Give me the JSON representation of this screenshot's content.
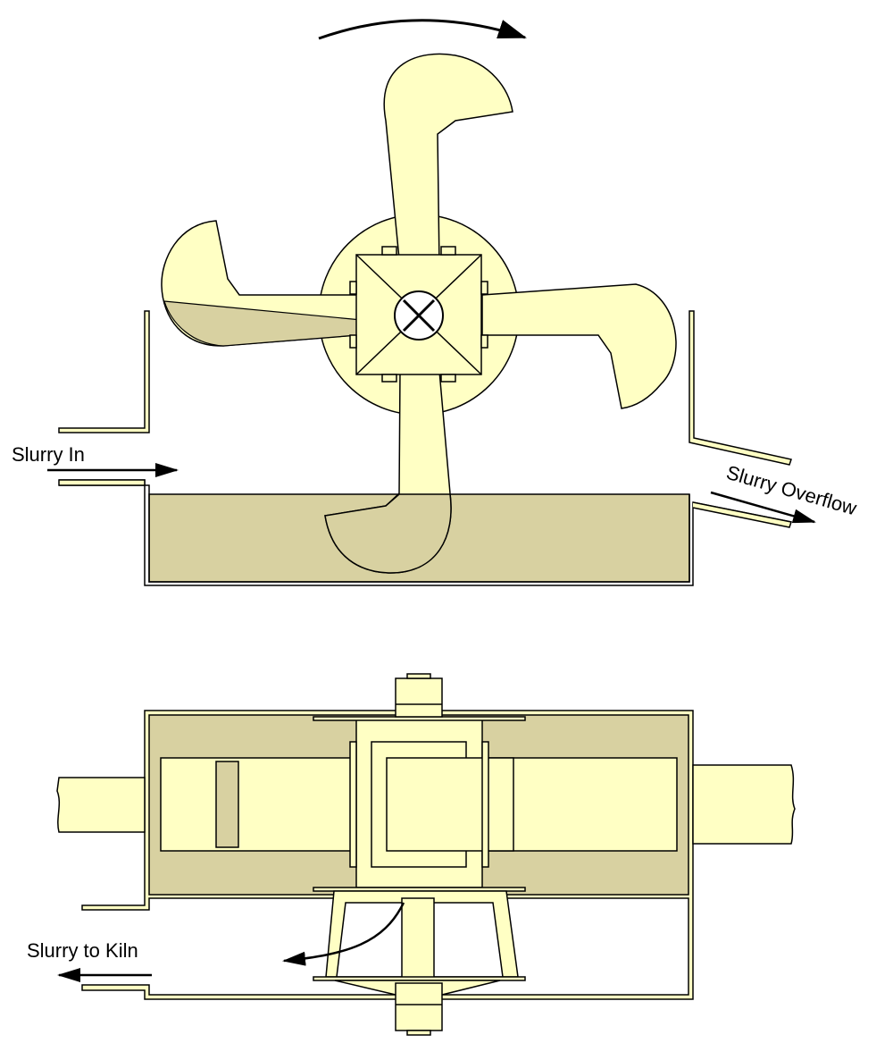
{
  "labels": {
    "slurry_in": "Slurry In",
    "slurry_overflow": "Slurry Overflow",
    "slurry_to_kiln": "Slurry to Kiln"
  },
  "colors": {
    "wheel_fill": "#FFFFC4",
    "slurry_fill": "#D8D1A1",
    "outline": "#000000",
    "background": "#FFFFFF"
  }
}
